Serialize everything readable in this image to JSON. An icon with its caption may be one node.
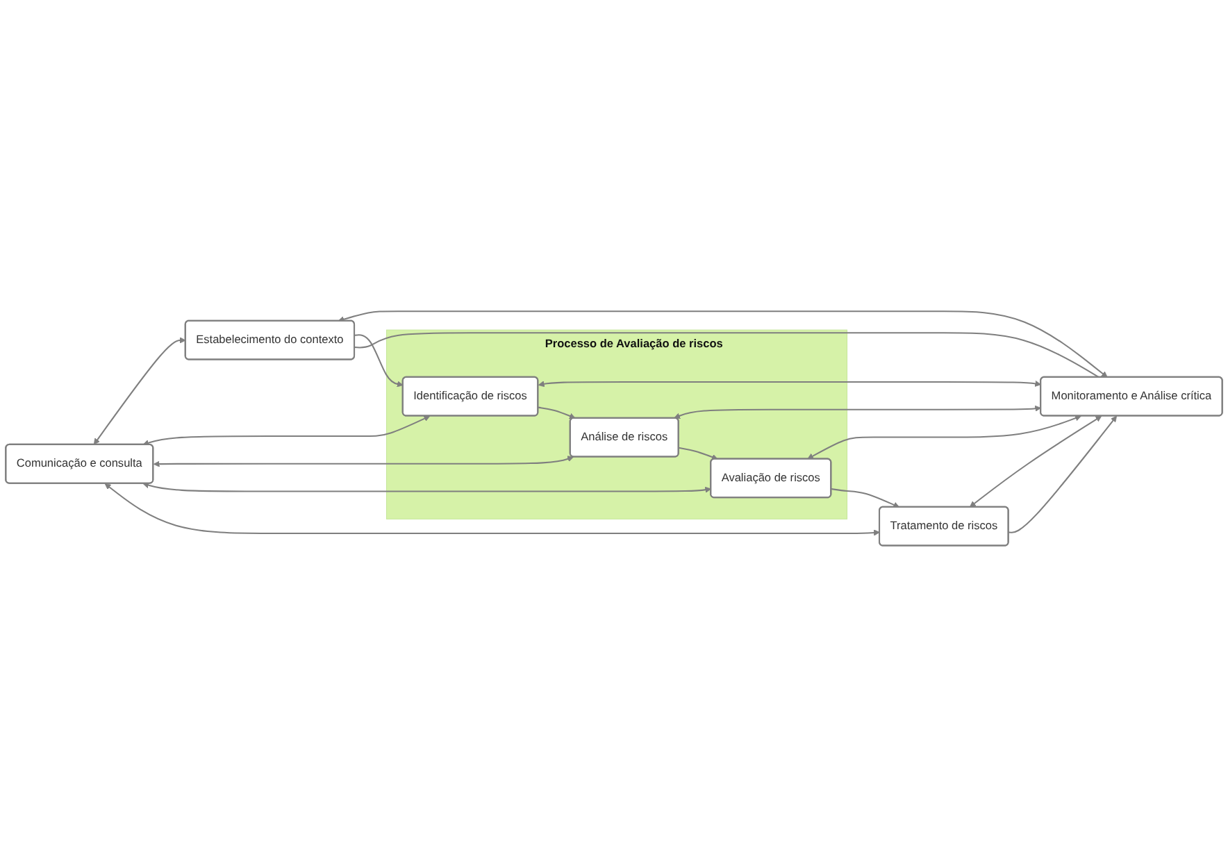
{
  "diagram": {
    "nodes": [
      {
        "text": [
          "Comunicação e consulta"
        ]
      },
      {
        "text": [
          "Estabelecimento do contexto"
        ]
      },
      {
        "text": [
          "Monitoramento e Análise crítica"
        ]
      },
      {
        "text": [
          "Processo de Avaliação de riscos"
        ]
      },
      {
        "text": [
          "Identificação de riscos"
        ],
        "in": 3
      },
      {
        "text": [
          "Análise de riscos"
        ],
        "in": 3
      },
      {
        "text": [
          "Avaliação de riscos"
        ],
        "in": 3
      },
      {
        "text": [
          "Tratamento de riscos"
        ]
      }
    ],
    "edges": [
      {
        "from": 0,
        "to": 1,
        "arrow": "both"
      },
      {
        "from": 1,
        "to": 2,
        "arrow": "both"
      },
      {
        "from": 1,
        "to": 4,
        "arrow": "to"
      },
      {
        "from": 0,
        "to": 4,
        "arrow": "both"
      },
      {
        "from": 4,
        "to": 2,
        "arrow": "both"
      },
      {
        "from": 4,
        "to": 5,
        "arrow": "to"
      },
      {
        "from": 0,
        "to": 5,
        "arrow": "both"
      },
      {
        "from": 5,
        "to": 2,
        "arrow": "both"
      },
      {
        "from": 5,
        "to": 6,
        "arrow": "to"
      },
      {
        "from": 0,
        "to": 6,
        "arrow": "both"
      },
      {
        "from": 6,
        "to": 2,
        "arrow": "both"
      },
      {
        "from": 6,
        "to": 7,
        "arrow": "to"
      },
      {
        "from": 0,
        "to": 7,
        "arrow": "both"
      },
      {
        "from": 7,
        "to": 2,
        "arrow": "both"
      },
      {
        "from": 7,
        "to": 2,
        "arrow": "to"
      },
      {
        "from": 2,
        "to": 1,
        "arrow": "none"
      }
    ]
  }
}
